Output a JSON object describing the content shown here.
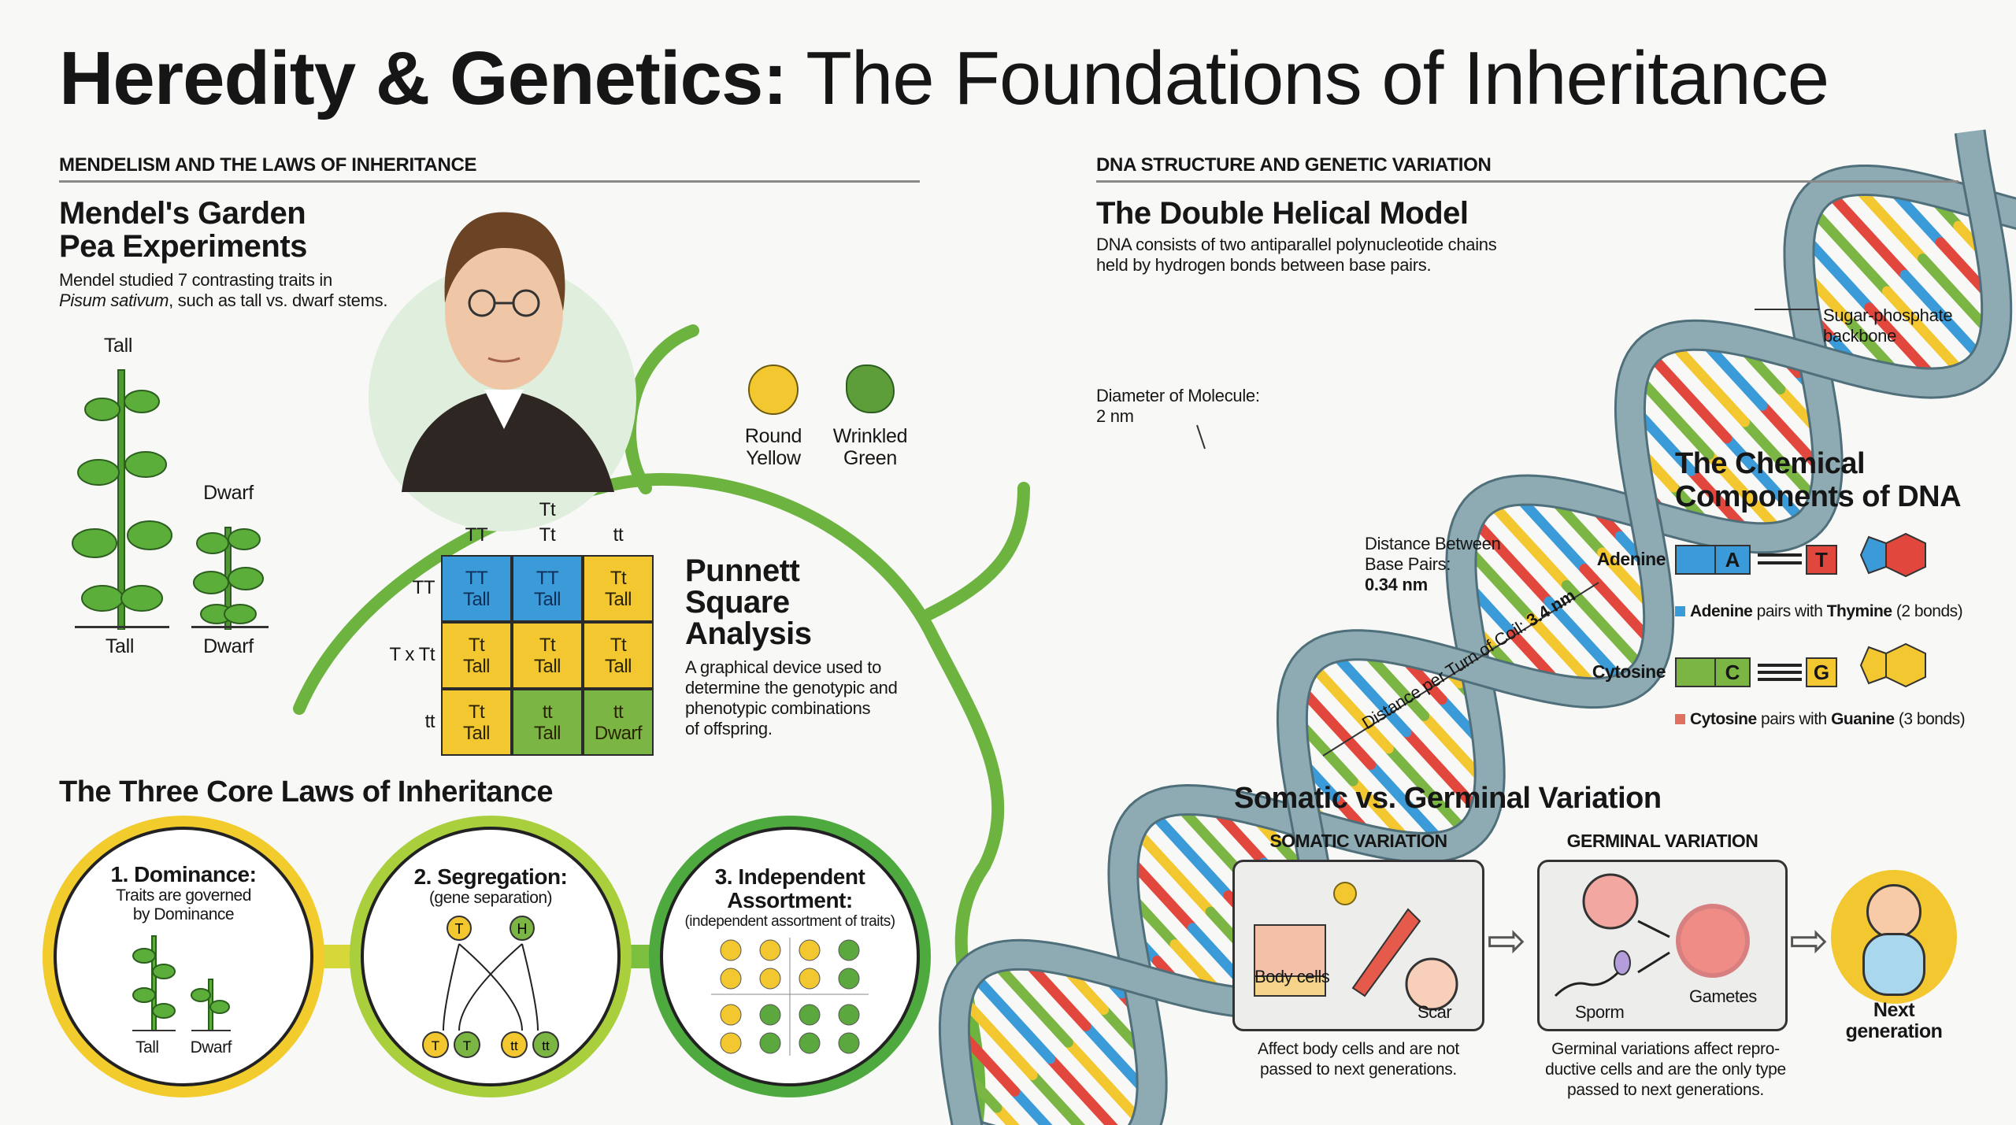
{
  "title": {
    "bold": "Heredity & Genetics:",
    "regular": " The Foundations of Inheritance"
  },
  "left": {
    "section_header": "MENDELISM AND THE LAWS OF INHERITANCE",
    "mendel": {
      "title_line1": "Mendel's Garden",
      "title_line2": "Pea Experiments",
      "desc_line1": "Mendel studied 7 contrasting traits in",
      "desc_species": "Pisum sativum",
      "desc_line2_rest": ", such as tall vs. dwarf stems."
    },
    "plants": {
      "tall_top": "Tall",
      "dwarf_top": "Dwarf",
      "tall_bottom": "Tall",
      "dwarf_bottom": "Dwarf"
    },
    "peas": {
      "round": "Round",
      "yellow": "Yellow",
      "wrinkled": "Wrinkled",
      "green": "Green"
    },
    "punnett": {
      "col_headers": [
        "TT",
        "Tt",
        "tt"
      ],
      "col_header_extra": "Tt",
      "row_headers": [
        "TT",
        "T x Tt",
        "tt"
      ],
      "cells": [
        [
          {
            "g": "TT",
            "p": "Tall",
            "c": "blue"
          },
          {
            "g": "TT",
            "p": "Tall",
            "c": "blue"
          },
          {
            "g": "Tt",
            "p": "Tall",
            "c": "yellow"
          }
        ],
        [
          {
            "g": "Tt",
            "p": "Tall",
            "c": "yellow"
          },
          {
            "g": "Tt",
            "p": "Tall",
            "c": "yellow"
          },
          {
            "g": "Tt",
            "p": "Tall",
            "c": "yellow"
          }
        ],
        [
          {
            "g": "Tt",
            "p": "Tall",
            "c": "yellow"
          },
          {
            "g": "tt",
            "p": "Tall",
            "c": "green"
          },
          {
            "g": "tt",
            "p": "Dwarf",
            "c": "green"
          }
        ]
      ],
      "title_lines": [
        "Punnett",
        "Square",
        "Analysis"
      ],
      "desc_lines": [
        "A graphical device used to",
        "determine the genotypic and",
        "phenotypic combinations",
        "of offspring."
      ]
    },
    "laws": {
      "title": "The Three Core Laws of Inheritance",
      "dominance": {
        "title": "1. Dominance:",
        "sub1": "Traits are governed",
        "sub2": "by Dominance",
        "tall": "Tall",
        "dwarf": "Dwarf"
      },
      "segregation": {
        "title": "2. Segregation:",
        "sub": "(gene separation)",
        "parents": [
          "T",
          "H"
        ],
        "offspring": [
          "T",
          "T",
          "tt",
          "tt"
        ]
      },
      "assortment": {
        "title1": "3. Independent",
        "title2": "Assortment:",
        "sub": "(independent assortment of traits)"
      }
    }
  },
  "right": {
    "section_header": "DNA STRUCTURE AND GENETIC VARIATION",
    "helix": {
      "title": "The Double Helical Model",
      "desc_line1": "DNA consists of two antiparallel polynucleotide chains",
      "desc_line2": "held by hydrogen bonds between base pairs.",
      "backbone_line1": "Sugar-phosphate",
      "backbone_line2": "backbone",
      "diameter_line1": "Diameter of Molecule:",
      "diameter_line2": "2 nm",
      "distance_line1": "Distance Between",
      "distance_line2": "Base Pairs:",
      "distance_value": "0.34 nm",
      "turn_label": "Distance per Turn of Coil:",
      "turn_value": "3.4 nm"
    },
    "chemical": {
      "title_line1": "The Chemical",
      "title_line2": "Components of DNA",
      "adenine": {
        "label": "Adenine",
        "base": "A",
        "partner": "T",
        "legend_b1": "Adenine",
        "legend_mid": " pairs with ",
        "legend_b2": "Thymine",
        "legend_end": " (2 bonds)"
      },
      "cytosine": {
        "label": "Cytosine",
        "base": "C",
        "partner": "G",
        "legend_b1": "Cytosine",
        "legend_mid": " pairs with ",
        "legend_b2": "Guanine",
        "legend_end": " (3 bonds)"
      }
    },
    "variation": {
      "title": "Somatic vs. Germinal Variation",
      "somatic": {
        "header": "SOMATIC VARIATION",
        "body_cells": "Body cells",
        "scar": "Scar",
        "caption_line1": "Affect body cells and are not",
        "caption_line2": "passed to next generations."
      },
      "germinal": {
        "header": "GERMINAL VARIATION",
        "sperm": "Sporm",
        "gametes": "Gametes",
        "caption_line1": "Germinal variations affect repro-",
        "caption_line2": "ductive cells and are the only type",
        "caption_line3": "passed to next generations."
      },
      "next_line1": "Next",
      "next_line2": "generation"
    }
  },
  "colors": {
    "blue": "#3b9bd8",
    "yellow": "#f3c72f",
    "green": "#7bb544",
    "red": "#e2473e",
    "backbone": "#8eaab3",
    "vine": "#6cb33f"
  }
}
